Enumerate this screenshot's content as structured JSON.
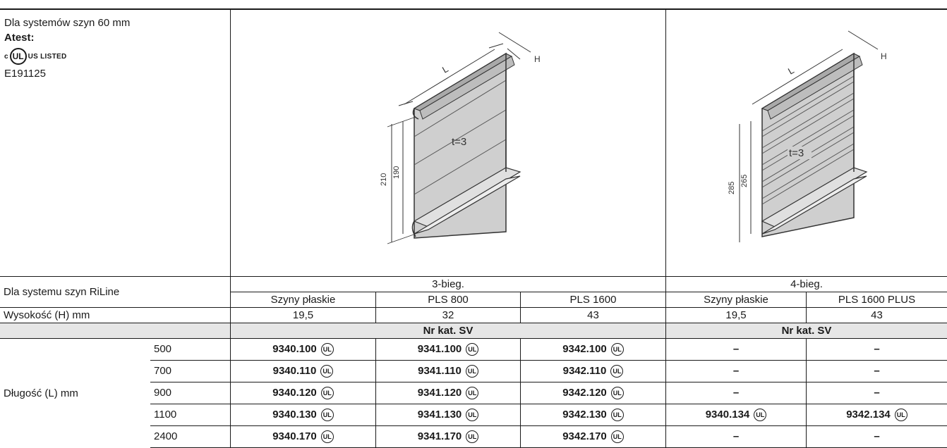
{
  "info": {
    "title": "Dla systemów szyn 60 mm",
    "atest_label": "Atest:",
    "ul_mark_text": "c UL US LISTED",
    "cert_number": "E191125"
  },
  "drawing1": {
    "dim_l": "L",
    "dim_h": "H",
    "thickness": "t=3",
    "height_outer": "210",
    "height_inner": "190"
  },
  "drawing2": {
    "dim_l": "L",
    "dim_h": "H",
    "thickness": "t=3",
    "height_outer": "285",
    "height_inner": "265"
  },
  "table": {
    "row_system_label": "Dla systemu szyn RiLine",
    "group_3": "3-bieg.",
    "group_4": "4-bieg.",
    "columns": [
      "Szyny płaskie",
      "PLS 800",
      "PLS 1600",
      "Szyny płaskie",
      "PLS 1600 PLUS"
    ],
    "height_label": "Wysokość (H) mm",
    "heights": [
      "19,5",
      "32",
      "43",
      "19,5",
      "43"
    ],
    "catalog_label_3": "Nr kat. SV",
    "catalog_label_4": "Nr kat. SV",
    "length_label": "Długość (L) mm",
    "ul_symbol": "UL",
    "rows": [
      {
        "length": "500",
        "values": [
          "9340.100",
          "9341.100",
          "9342.100",
          "–",
          "–"
        ]
      },
      {
        "length": "700",
        "values": [
          "9340.110",
          "9341.110",
          "9342.110",
          "–",
          "–"
        ]
      },
      {
        "length": "900",
        "values": [
          "9340.120",
          "9341.120",
          "9342.120",
          "–",
          "–"
        ]
      },
      {
        "length": "1100",
        "values": [
          "9340.130",
          "9341.130",
          "9342.130",
          "9340.134",
          "9342.134"
        ]
      },
      {
        "length": "2400",
        "values": [
          "9340.170",
          "9341.170",
          "9342.170",
          "–",
          "–"
        ]
      }
    ]
  }
}
